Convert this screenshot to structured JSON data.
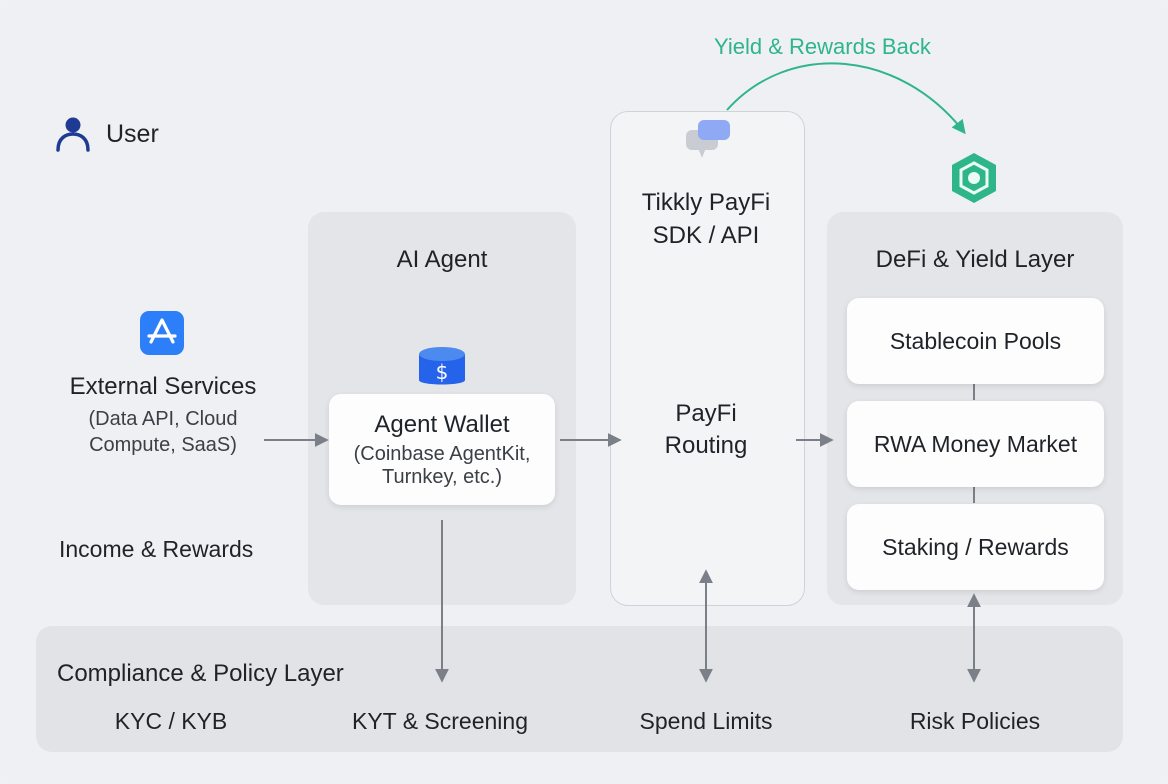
{
  "user": {
    "label": "User"
  },
  "external": {
    "title": "External Services",
    "subtitle_line1": "(Data API, Cloud",
    "subtitle_line2": "Compute, SaaS)",
    "income_label": "Income & Rewards"
  },
  "ai_agent": {
    "title": "AI Agent",
    "wallet_title": "Agent Wallet",
    "wallet_sub_line1": "(Coinbase AgentKit,",
    "wallet_sub_line2": "Turnkey, etc.)"
  },
  "sdk": {
    "title_line1": "Tikkly PayFi",
    "title_line2": "SDK / API",
    "routing_line1": "PayFi",
    "routing_line2": "Routing"
  },
  "defi": {
    "title": "DeFi & Yield Layer",
    "items": [
      "Stablecoin Pools",
      "RWA Money Market",
      "Staking / Rewards"
    ]
  },
  "yield_back": {
    "label": "Yield & Rewards Back",
    "color": "#2fb58a"
  },
  "compliance": {
    "title": "Compliance & Policy Layer",
    "items": [
      "KYC / KYB",
      "KYT & Screening",
      "Spend Limits",
      "Risk Policies"
    ]
  },
  "colors": {
    "accent_blue": "#2563eb",
    "user_icon": "#1f3a93",
    "arrow_gray": "#6b7280",
    "defi_green": "#2fb58a"
  }
}
